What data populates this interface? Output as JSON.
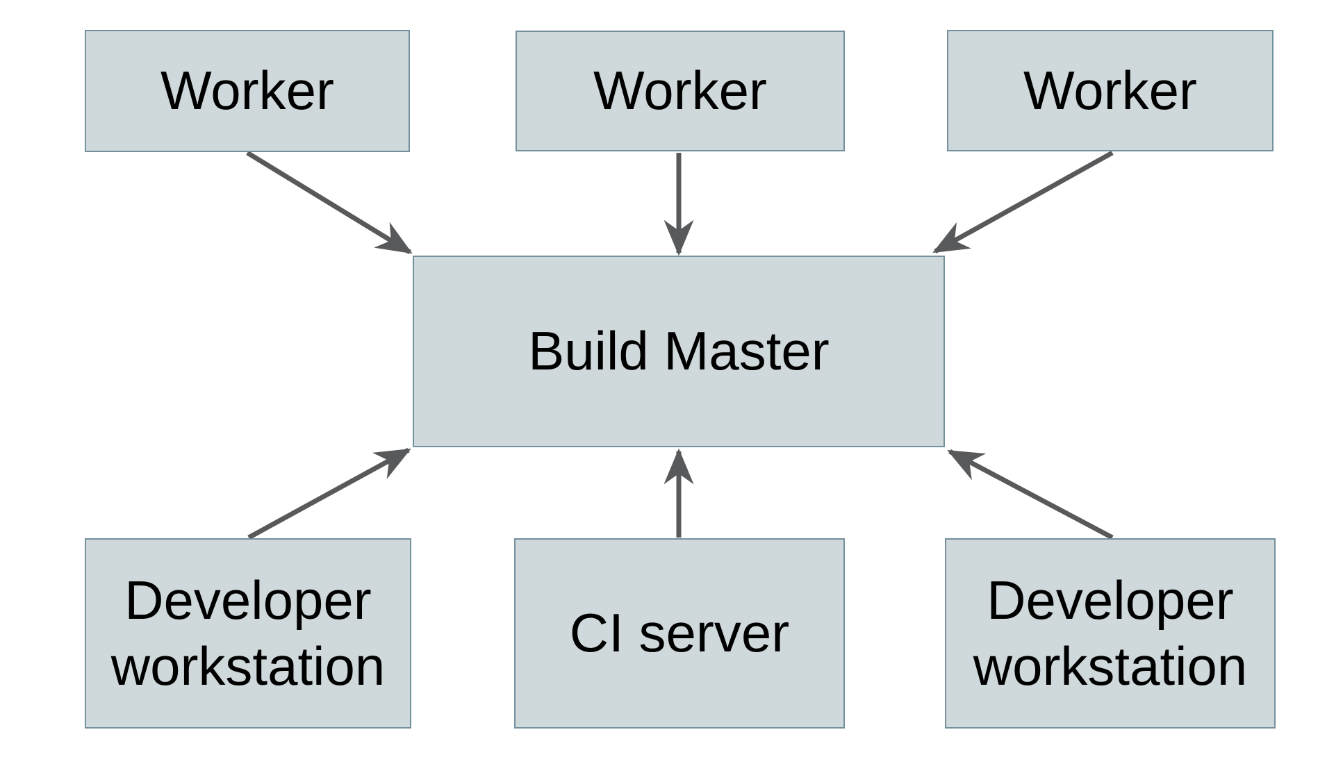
{
  "diagram": {
    "background_color": "#ffffff",
    "node_fill_color": "#cfd8da",
    "node_border_color": "#75909d",
    "arrow_color": "#58595b",
    "text_color": "#000000",
    "nodes": [
      {
        "id": "worker-1",
        "label": "Worker"
      },
      {
        "id": "worker-2",
        "label": "Worker"
      },
      {
        "id": "worker-3",
        "label": "Worker"
      },
      {
        "id": "build-master",
        "label": "Build Master"
      },
      {
        "id": "developer-workstation-left",
        "label": "Developer workstation"
      },
      {
        "id": "ci-server",
        "label": "CI server"
      },
      {
        "id": "developer-workstation-right",
        "label": "Developer workstation"
      }
    ],
    "edges": [
      {
        "from": "worker-1",
        "to": "build-master"
      },
      {
        "from": "worker-2",
        "to": "build-master"
      },
      {
        "from": "worker-3",
        "to": "build-master"
      },
      {
        "from": "developer-workstation-left",
        "to": "build-master"
      },
      {
        "from": "ci-server",
        "to": "build-master"
      },
      {
        "from": "developer-workstation-right",
        "to": "build-master"
      }
    ]
  }
}
